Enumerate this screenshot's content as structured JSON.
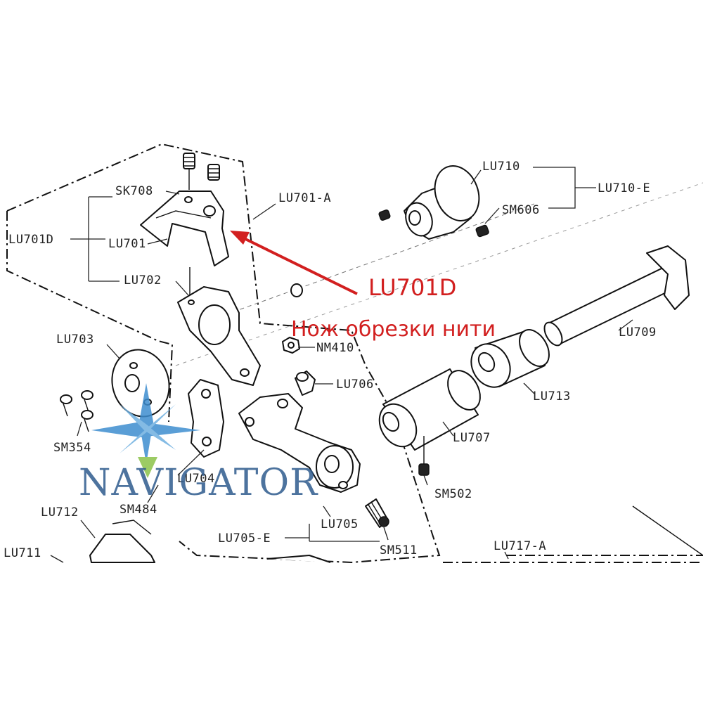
{
  "diagram": {
    "labels": {
      "SK708": "SK708",
      "LU701A": "LU701-A",
      "LU701D": "LU701D",
      "LU701": "LU701",
      "LU702": "LU702",
      "LU703": "LU703",
      "SM354": "SM354",
      "LU704": "LU704",
      "SM484": "SM484",
      "LU712": "LU712",
      "LU711": "LU711",
      "LU710": "LU710",
      "LU710E": "LU710-E",
      "SM606": "SM606",
      "LU709": "LU709",
      "NM410": "NM410",
      "LU706": "LU706",
      "LU713": "LU713",
      "LU707": "LU707",
      "SM502": "SM502",
      "LU705": "LU705",
      "LU705E": "LU705-E",
      "SM511": "SM511",
      "LU717A": "LU717-A"
    },
    "callout": {
      "code": "LU701D",
      "description": "Нож обрезки нити",
      "color": "#d21f1f"
    },
    "watermark": {
      "text": "NAVIGATOR",
      "color": "#2e5b8e"
    }
  }
}
